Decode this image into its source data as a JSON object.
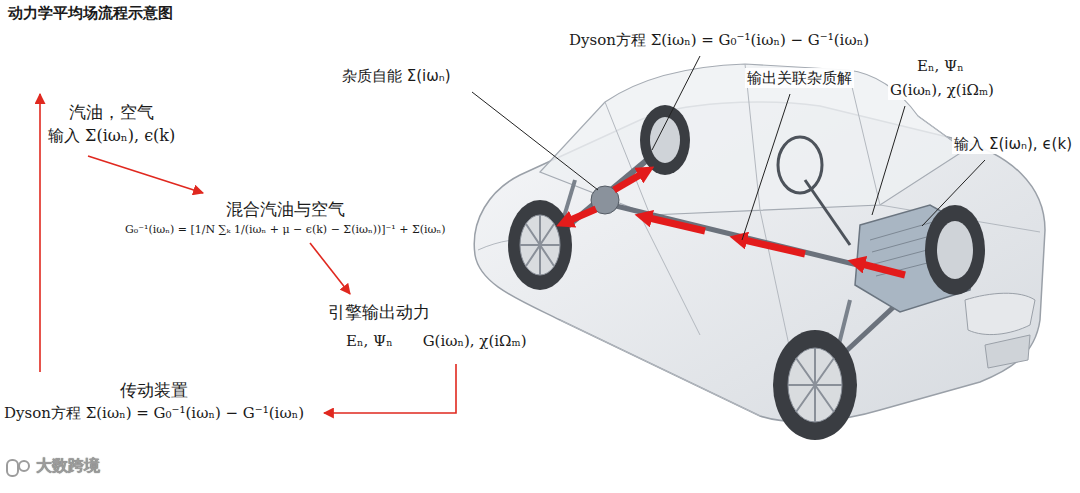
{
  "diagram": {
    "title": "动力学平均场流程示意图",
    "nodes": [
      {
        "text": [
          "汽油，空气",
          "输入 Σ(iωₙ), ϵ(k)"
        ]
      },
      {
        "text": [
          "混合汽油与空气",
          "G₀⁻¹(iωₙ) = [1/N ∑ₖ 1/(iωₙ + μ − ϵ(k) − Σ(iωₙ))]⁻¹ + Σ(iωₙ)"
        ]
      },
      {
        "text": [
          "引擎输出动力",
          "Eₙ, Ψₙ",
          "G(iωₙ), χ(iΩₘ)"
        ]
      },
      {
        "text": [
          "传动装置",
          "Dyson方程 Σ(iωₙ) = G₀⁻¹(iωₙ) − G⁻¹(iωₙ)"
        ]
      }
    ],
    "edges": [
      {
        "from": 0,
        "to": 1,
        "arrow": "to"
      },
      {
        "from": 1,
        "to": 2,
        "arrow": "to"
      },
      {
        "from": 2,
        "to": 3,
        "arrow": "to"
      },
      {
        "from": 3,
        "to": 0,
        "arrow": "to"
      }
    ],
    "labels": [
      "Dyson方程 Σ(iωₙ) = G₀⁻¹(iωₙ) − G⁻¹(iωₙ)",
      "杂质自能 Σ(iωₙ)",
      "Eₙ, Ψₙ",
      "输出关联杂质解",
      "G(iωₙ), χ(iΩₘ)",
      "输入 Σ(iωₙ), ϵ(k)",
      "大数跨境"
    ]
  }
}
